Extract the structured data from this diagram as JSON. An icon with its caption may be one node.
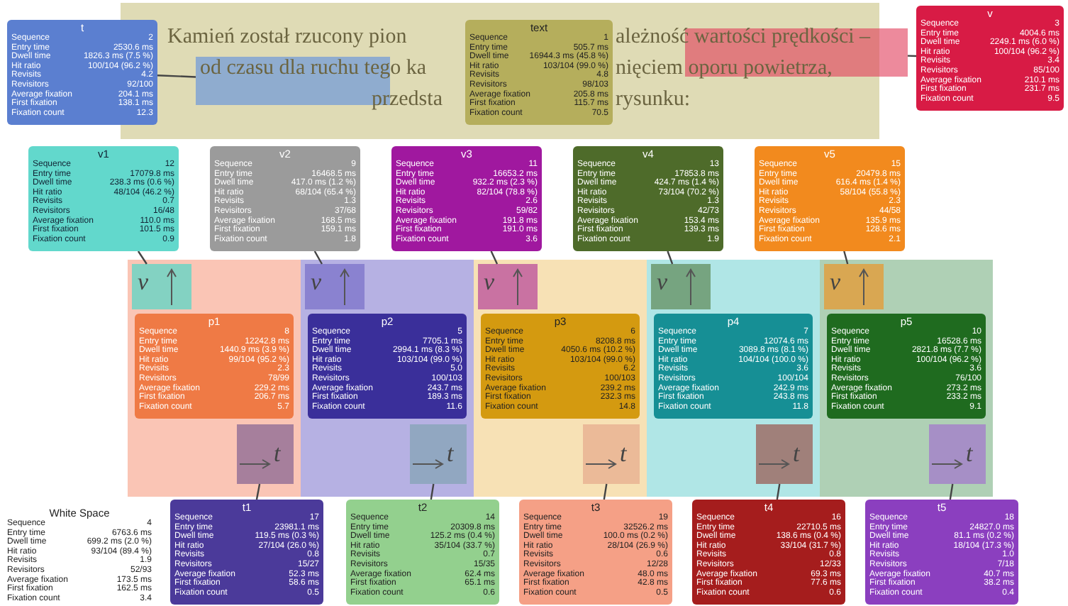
{
  "diagram": {
    "nodes": [
      {
        "text": [],
        "shape": "box"
      },
      {
        "text": [
          "t",
          "Sequence",
          "2",
          "Entry time",
          "2530.6 ms",
          "Dwell time",
          "1826.3 ms (7.5 %)",
          "Hit ratio",
          "100/104 (96.2 %)",
          "Revisits",
          "4.2",
          "Revisitors",
          "92/100",
          "Average fixation",
          "204.1 ms",
          "First fixation",
          "138.1 ms",
          "Fixation count",
          "12.3"
        ]
      },
      {
        "text": [
          "text",
          "Sequence",
          "1",
          "Entry time",
          "505.7 ms",
          "Dwell time",
          "16944.3 ms (45.8 %)",
          "Hit ratio",
          "103/104 (99.0 %)",
          "Revisits",
          "4.8",
          "Revisitors",
          "98/103",
          "Average fixation",
          "205.8 ms",
          "First fixation",
          "115.7 ms",
          "Fixation count",
          "70.5"
        ],
        "in": 0
      },
      {
        "text": [
          "v",
          "Sequence",
          "3",
          "Entry time",
          "4004.6 ms",
          "Dwell time",
          "2249.1 ms (6.0 %)",
          "Hit ratio",
          "100/104 (96.2 %)",
          "Revisits",
          "3.4",
          "Revisitors",
          "85/100",
          "Average fixation",
          "210.1 ms",
          "First fixation",
          "231.7 ms",
          "Fixation count",
          "9.5"
        ]
      },
      {
        "text": [],
        "shape": "box",
        "in": 0
      },
      {
        "text": [],
        "shape": "box"
      },
      {
        "text": [
          "v1",
          "Sequence",
          "12",
          "Entry time",
          "17079.8 ms",
          "Dwell time",
          "238.3 ms (0.6 %)",
          "Hit ratio",
          "48/104 (46.2 %)",
          "Revisits",
          "0.7",
          "Revisitors",
          "16/48",
          "Average fixation",
          "110.0 ms",
          "First fixation",
          "101.5 ms",
          "Fixation count",
          "0.9"
        ]
      },
      {
        "text": [
          "v2",
          "Sequence",
          "9",
          "Entry time",
          "16468.5 ms",
          "Dwell time",
          "417.0 ms (1.2 %)",
          "Hit ratio",
          "68/104 (65.4 %)",
          "Revisits",
          "1.3",
          "Revisitors",
          "37/68",
          "Average fixation",
          "168.5 ms",
          "First fixation",
          "159.1 ms",
          "Fixation count",
          "1.8"
        ]
      },
      {
        "text": [
          "v3",
          "Sequence",
          "11",
          "Entry time",
          "16653.2 ms",
          "Dwell time",
          "932.2 ms (2.3 %)",
          "Hit ratio",
          "82/104 (78.8 %)",
          "Revisits",
          "2.6",
          "Revisitors",
          "59/82",
          "Average fixation",
          "191.8 ms",
          "First fixation",
          "191.0 ms",
          "Fixation count",
          "3.6"
        ]
      },
      {
        "text": [
          "v4",
          "Sequence",
          "13",
          "Entry time",
          "17853.8 ms",
          "Dwell time",
          "424.7 ms (1.4 %)",
          "Hit ratio",
          "73/104 (70.2 %)",
          "Revisits",
          "1.3",
          "Revisitors",
          "42/73",
          "Average fixation",
          "153.4 ms",
          "First fixation",
          "139.3 ms",
          "Fixation count",
          "1.9"
        ]
      },
      {
        "text": [
          "v5",
          "Sequence",
          "15",
          "Entry time",
          "20479.8 ms",
          "Dwell time",
          "616.4 ms (1.4 %)",
          "Hit ratio",
          "58/104 (55.8 %)",
          "Revisits",
          "2.3",
          "Revisitors",
          "44/58",
          "Average fixation",
          "135.9 ms",
          "First fixation",
          "128.6 ms",
          "Fixation count",
          "2.1"
        ]
      },
      {
        "text": [],
        "shape": "box"
      },
      {
        "text": [],
        "shape": "box",
        "in": 11
      },
      {
        "text": [
          "p1",
          "Sequence",
          "8",
          "Entry time",
          "12242.8 ms",
          "Dwell time",
          "1440.9 ms (3.9 %)",
          "Hit ratio",
          "99/104 (95.2 %)",
          "Revisits",
          "2.3",
          "Revisitors",
          "78/99",
          "Average fixation",
          "229.2 ms",
          "First fixation",
          "206.7 ms",
          "Fixation count",
          "5.7"
        ],
        "in": 11
      },
      {
        "text": [],
        "shape": "box",
        "in": 11
      },
      {
        "text": [],
        "shape": "box"
      },
      {
        "text": [],
        "shape": "box",
        "in": 15
      },
      {
        "text": [
          "p2",
          "Sequence",
          "5",
          "Entry time",
          "7705.1 ms",
          "Dwell time",
          "2994.1 ms (8.3 %)",
          "Hit ratio",
          "103/104 (99.0 %)",
          "Revisits",
          "5.0",
          "Revisitors",
          "100/103",
          "Average fixation",
          "243.7 ms",
          "First fixation",
          "189.3 ms",
          "Fixation count",
          "11.6"
        ],
        "in": 15
      },
      {
        "text": [],
        "shape": "box",
        "in": 15
      },
      {
        "text": [],
        "shape": "box"
      },
      {
        "text": [],
        "shape": "box",
        "in": 19
      },
      {
        "text": [
          "p3",
          "Sequence",
          "6",
          "Entry time",
          "8208.8 ms",
          "Dwell time",
          "4050.6 ms (10.2 %)",
          "Hit ratio",
          "103/104 (99.0 %)",
          "Revisits",
          "6.2",
          "Revisitors",
          "100/103",
          "Average fixation",
          "239.2 ms",
          "First fixation",
          "232.3 ms",
          "Fixation count",
          "14.8"
        ],
        "in": 19
      },
      {
        "text": [],
        "shape": "box",
        "in": 19
      },
      {
        "text": [],
        "shape": "box"
      },
      {
        "text": [],
        "shape": "box",
        "in": 23
      },
      {
        "text": [
          "p4",
          "Sequence",
          "7",
          "Entry time",
          "12074.6 ms",
          "Dwell time",
          "3089.8 ms (8.1 %)",
          "Hit ratio",
          "104/104 (100.0 %)",
          "Revisits",
          "3.6",
          "Revisitors",
          "100/104",
          "Average fixation",
          "242.9 ms",
          "First fixation",
          "243.8 ms",
          "Fixation count",
          "11.8"
        ],
        "in": 23
      },
      {
        "text": [],
        "shape": "box",
        "in": 23
      },
      {
        "text": [],
        "shape": "box"
      },
      {
        "text": [],
        "shape": "box",
        "in": 27
      },
      {
        "text": [
          "p5",
          "Sequence",
          "10",
          "Entry time",
          "16528.6 ms",
          "Dwell time",
          "2821.8 ms (7.7 %)",
          "Hit ratio",
          "100/104 (96.2 %)",
          "Revisits",
          "3.6",
          "Revisitors",
          "76/100",
          "Average fixation",
          "273.2 ms",
          "First fixation",
          "233.2 ms",
          "Fixation count",
          "9.1"
        ],
        "in": 27
      },
      {
        "text": [],
        "shape": "box",
        "in": 27
      },
      {
        "text": [
          "White Space",
          "Sequence",
          "4",
          "Entry time",
          "6763.6 ms",
          "Dwell time",
          "699.2 ms (2.0 %)",
          "Hit ratio",
          "93/104 (89.4 %)",
          "Revisits",
          "1.9",
          "Revisitors",
          "52/93",
          "Average fixation",
          "173.5 ms",
          "First fixation",
          "162.5 ms",
          "Fixation count",
          "3.4"
        ]
      },
      {
        "text": [
          "t1",
          "Sequence",
          "17",
          "Entry time",
          "23981.1 ms",
          "Dwell time",
          "119.5 ms (0.3 %)",
          "Hit ratio",
          "27/104 (26.0 %)",
          "Revisits",
          "0.8",
          "Revisitors",
          "15/27",
          "Average fixation",
          "52.3 ms",
          "First fixation",
          "58.6 ms",
          "Fixation count",
          "0.5"
        ]
      },
      {
        "text": [
          "t2",
          "Sequence",
          "14",
          "Entry time",
          "20309.8 ms",
          "Dwell time",
          "125.2 ms (0.4 %)",
          "Hit ratio",
          "35/104 (33.7 %)",
          "Revisits",
          "0.7",
          "Revisitors",
          "15/35",
          "Average fixation",
          "62.4 ms",
          "First fixation",
          "65.1 ms",
          "Fixation count",
          "0.6"
        ]
      },
      {
        "text": [
          "t3",
          "Sequence",
          "19",
          "Entry time",
          "32526.2 ms",
          "Dwell time",
          "100.0 ms (0.2 %)",
          "Hit ratio",
          "28/104 (26.9 %)",
          "Revisits",
          "0.6",
          "Revisitors",
          "12/28",
          "Average fixation",
          "48.0 ms",
          "First fixation",
          "42.8 ms",
          "Fixation count",
          "0.5"
        ]
      },
      {
        "text": [
          "t4",
          "Sequence",
          "16",
          "Entry time",
          "22710.5 ms",
          "Dwell time",
          "138.6 ms (0.4 %)",
          "Hit ratio",
          "33/104 (31.7 %)",
          "Revisits",
          "0.8",
          "Revisitors",
          "12/33",
          "Average fixation",
          "69.3 ms",
          "First fixation",
          "77.6 ms",
          "Fixation count",
          "0.6"
        ]
      },
      {
        "text": [
          "t5",
          "Sequence",
          "18",
          "Entry time",
          "24827.0 ms",
          "Dwell time",
          "81.1 ms (0.2 %)",
          "Hit ratio",
          "18/104 (17.3 %)",
          "Revisits",
          "1.0",
          "Revisitors",
          "7/18",
          "Average fixation",
          "40.7 ms",
          "First fixation",
          "38.2 ms",
          "Fixation count",
          "0.4"
        ]
      }
    ],
    "edges": [
      {
        "from": 1,
        "to": 4,
        "arrow": "none"
      },
      {
        "from": 3,
        "to": 5,
        "arrow": "none"
      },
      {
        "from": 6,
        "to": 12,
        "arrow": "none"
      },
      {
        "from": 7,
        "to": 16,
        "arrow": "none"
      },
      {
        "from": 8,
        "to": 20,
        "arrow": "none"
      },
      {
        "from": 9,
        "to": 24,
        "arrow": "none"
      },
      {
        "from": 10,
        "to": 28,
        "arrow": "none"
      },
      {
        "from": 32,
        "to": 14,
        "arrow": "none"
      },
      {
        "from": 33,
        "to": 18,
        "arrow": "none"
      },
      {
        "from": 34,
        "to": 22,
        "arrow": "none"
      },
      {
        "from": 35,
        "to": 26,
        "arrow": "none"
      },
      {
        "from": 36,
        "to": 30,
        "arrow": "none"
      }
    ],
    "labels": [
      "Kamień został rzucony pion",
      "ależność wartości prędkości –",
      "od czasu dla ruchu tego ka",
      "nięciem oporu powietrza,",
      "przedsta",
      "rysunku:",
      "v",
      "t",
      "v",
      "t",
      "v",
      "t",
      "v",
      "t",
      "v",
      "t"
    ]
  }
}
